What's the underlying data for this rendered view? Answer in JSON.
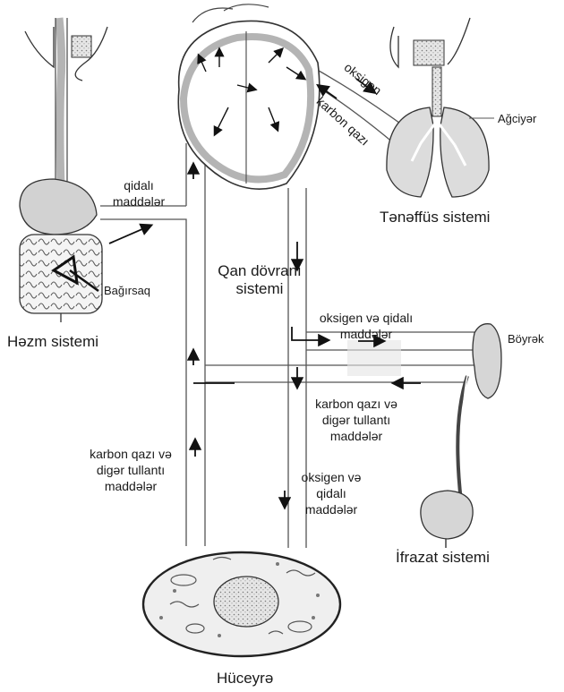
{
  "labels": {
    "nutrients_digest": [
      "qidalı",
      "maddələr"
    ],
    "intestine": "Bağırsaq",
    "digestive_system": "Həzm sistemi",
    "circulatory_system": [
      "Qan dövranı",
      "sistemi"
    ],
    "oxygen": "oksigen",
    "carbon_dioxide": "karbon qazı",
    "lung": "Ağciyər",
    "respiratory_system": "Tənəffüs sistemi",
    "oxygen_nutrients_kidney": [
      "oksigen və qidalı",
      "maddələr"
    ],
    "kidney": "Böyrək",
    "co2_wastes_kidney": [
      "karbon qazı və",
      "digər tullantı",
      "maddələr"
    ],
    "excretory_system": "İfrazat sistemi",
    "co2_wastes_cell": [
      "karbon qazı və",
      "digər tullantı",
      "maddələr"
    ],
    "oxygen_nutrients_cell": [
      "oksigen və",
      "qidalı",
      "maddələr"
    ],
    "cell": "Hüceyrə"
  }
}
